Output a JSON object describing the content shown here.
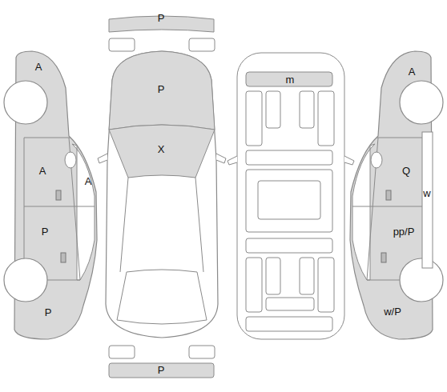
{
  "diagram": {
    "labels": [
      "P",
      "A",
      "A",
      "m",
      "P",
      "X",
      "A",
      "A",
      "Q",
      "w",
      "P",
      "pp/P",
      "P",
      "w/P",
      "P"
    ]
  }
}
